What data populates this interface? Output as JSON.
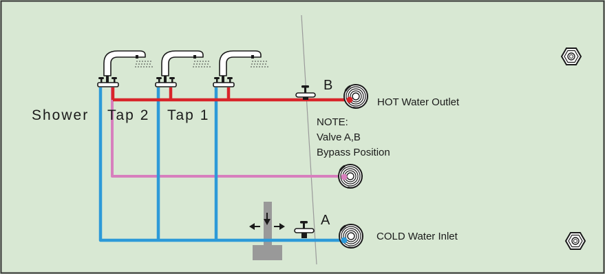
{
  "fixtures": {
    "shower": "Shower",
    "tap2": "Tap 2",
    "tap1": "Tap 1"
  },
  "valves": {
    "hot": "B",
    "cold": "A"
  },
  "ports": {
    "hot_outlet": "HOT Water Outlet",
    "cold_inlet": "COLD Water Inlet"
  },
  "note": {
    "heading": "NOTE:",
    "line1": "Valve A,B",
    "line2": "Bypass Position"
  },
  "colors": {
    "background": "#d8e8d3",
    "hot_pipe": "#d8252a",
    "cold_pipe": "#2d9ad8",
    "return_pipe": "#d77fbd",
    "pump": "#999999",
    "border": "#333333"
  }
}
